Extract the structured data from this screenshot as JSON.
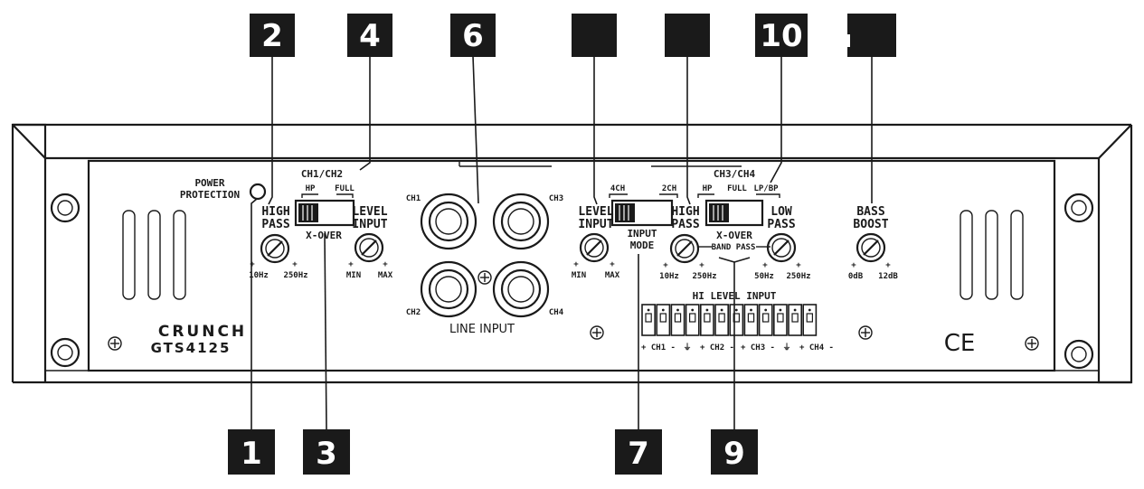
{
  "callouts": {
    "top": [
      "2",
      "4",
      "6",
      "",
      "",
      "10",
      ""
    ],
    "bottom": [
      "1",
      "3",
      "7",
      "9"
    ]
  },
  "labels": {
    "power_protection": [
      "POWER",
      "PROTECTION"
    ],
    "ch12_title": "CH1/CH2",
    "ch12_hp": "HP",
    "ch12_full": "FULL",
    "ch12_high_pass": [
      "HIGH",
      "PASS"
    ],
    "ch12_level_input": [
      "LEVEL",
      "INPUT"
    ],
    "ch12_xover": "X-OVER",
    "ch12_hp_min": "10Hz",
    "ch12_hp_max": "250Hz",
    "ch12_lvl_min": "MIN",
    "ch12_lvl_max": "MAX",
    "rca_ch1": "CH1",
    "rca_ch2": "CH2",
    "rca_ch3": "CH3",
    "rca_ch4": "CH4",
    "line_input": "LINE INPUT",
    "level_input": [
      "LEVEL",
      "INPUT"
    ],
    "lvl_min": "MIN",
    "lvl_max": "MAX",
    "mode_4ch": "4CH",
    "mode_2ch": "2CH",
    "input_mode": [
      "INPUT",
      "MODE"
    ],
    "ch34_title": "CH3/CH4",
    "ch34_hp": "HP",
    "ch34_full": "FULL",
    "ch34_lpbp": "LP/BP",
    "ch34_high_pass": [
      "HIGH",
      "PASS"
    ],
    "ch34_low_pass": [
      "LOW",
      "PASS"
    ],
    "ch34_xover": "X-OVER",
    "ch34_bandpass": "BAND PASS",
    "ch34_hp_min": "10Hz",
    "ch34_hp_max": "250Hz",
    "ch34_lp_min": "50Hz",
    "ch34_lp_max": "250Hz",
    "bass_boost": [
      "BASS",
      "BOOST"
    ],
    "bass_min": "0dB",
    "bass_max": "12dB",
    "hi_level_input": "HI LEVEL INPUT",
    "hi_level_terminals": [
      "+ CH1 -",
      "⏚",
      "+ CH2 -",
      "+ CH3 -",
      "⏚",
      "+ CH4 -"
    ],
    "brand": "CRUNCH",
    "model": "GTS4125",
    "ce_mark": "CE"
  },
  "colors": {
    "ink": "#1a1a1a",
    "panel": "#ffffff",
    "badge": "#1a1a1a",
    "badge_text": "#ffffff"
  }
}
